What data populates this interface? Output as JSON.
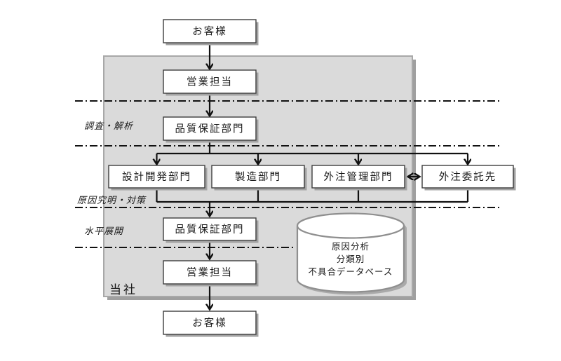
{
  "diagram": {
    "company_region_label": "当社",
    "phase_labels": {
      "investigation": "調査・解析",
      "root_cause": "原因究明・対策",
      "horizontal_deployment": "水平展開"
    },
    "nodes": {
      "customer_top": "お客様",
      "sales_top": "営業担当",
      "qa_top": "品質保証部門",
      "design_dev": "設計開発部門",
      "manufacturing": "製造部門",
      "outsourcing_mgmt": "外注管理部門",
      "outsourcing_vendor": "外注委託先",
      "qa_bottom": "品質保証部門",
      "sales_bottom": "営業担当",
      "customer_bottom": "お客様"
    },
    "database": {
      "line1": "原因分析",
      "line2": "分類別",
      "line3": "不具合データベース"
    },
    "colors": {
      "region_fill": "#dadada",
      "region_border": "#a8a8a8",
      "region_shadow": "#9f9f9f",
      "box_fill": "#ffffff",
      "box_border": "#3d3d3d",
      "box_shadow": "#a3a3a3",
      "line": "#111111",
      "cylinder_border": "#8f8f8f"
    }
  }
}
